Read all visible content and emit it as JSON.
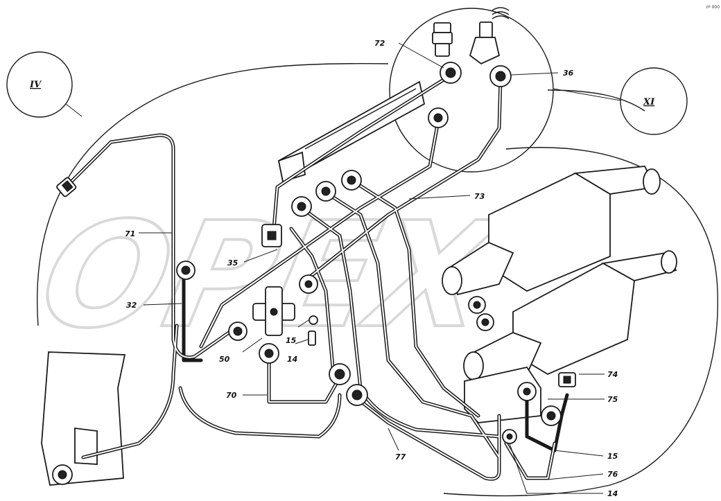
{
  "corner_mark": "лº 000",
  "watermark": "OPEX",
  "callouts": {
    "iv": "IV",
    "xi": "XI"
  },
  "labels": {
    "l72": "72",
    "l36": "36",
    "l73": "73",
    "l71": "71",
    "l35": "35",
    "l32": "32",
    "l15a": "15",
    "l14a": "14",
    "l50": "50",
    "l70": "70",
    "l77": "77",
    "l74": "74",
    "l75": "75",
    "l15b": "15",
    "l76": "76",
    "l14b": "14"
  }
}
